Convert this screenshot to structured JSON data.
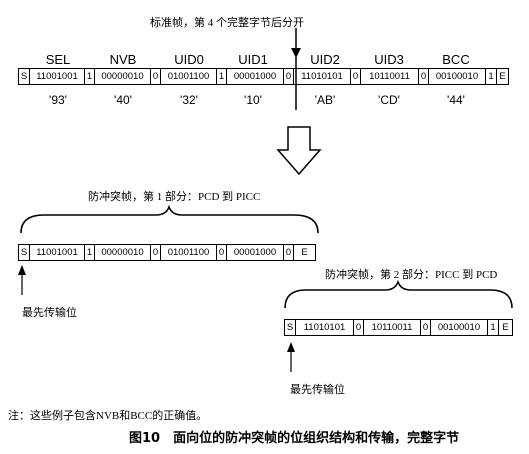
{
  "header_caption": "标准帧，第 4 个完整字节后分开",
  "field_names": [
    "SEL",
    "NVB",
    "UID0",
    "UID1",
    "UID2",
    "UID3",
    "BCC"
  ],
  "full_frame": {
    "cells": [
      "S",
      "11001001",
      "1",
      "00000010",
      "0",
      "01001100",
      "1",
      "00001000",
      "0",
      "11010101",
      "0",
      "10110011",
      "0",
      "00100010",
      "1",
      "E"
    ]
  },
  "hex_values": [
    "'93'",
    "'40'",
    "'32'",
    "'10'",
    "'AB'",
    "'CD'",
    "'44'"
  ],
  "part1": {
    "caption": "防冲突帧，第 1 部分：PCD 到 PICC",
    "cells": [
      "S",
      "11001001",
      "1",
      "00000010",
      "0",
      "01001100",
      "0",
      "00001000",
      "0",
      "E"
    ],
    "first_bit_label": "最先传输位"
  },
  "part2": {
    "caption": "防冲突帧，第 2 部分：PICC 到 PCD",
    "cells": [
      "S",
      "11010101",
      "0",
      "10110011",
      "0",
      "00100010",
      "1",
      "E"
    ],
    "first_bit_label": "最先传输位"
  },
  "note": "注：这些例子包含NVB和BCC的正确值。",
  "figure_caption": "图10　面向位的防冲突帧的位组织结构和传输，完整字节"
}
